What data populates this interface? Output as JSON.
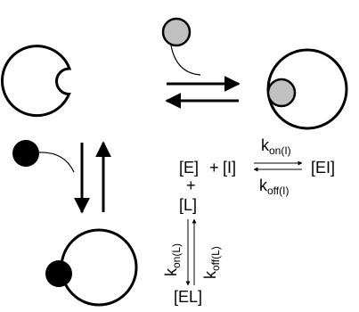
{
  "colors": {
    "inhibitor": "#c0c0c0",
    "ligand": "#000000",
    "enzyme_fill": "#ffffff",
    "stroke": "#000000"
  },
  "scheme": {
    "E": "[E]",
    "plus_1": "+",
    "I": "[I]",
    "plus_2": "+",
    "L": "[L]",
    "EI": "[EI]",
    "EL": "[EL]",
    "k_main": "k",
    "kon_I_sub": "on(I)",
    "koff_I_sub": "off(I)",
    "kon_L_sub": "on(L)",
    "koff_L_sub": "off(L)"
  }
}
